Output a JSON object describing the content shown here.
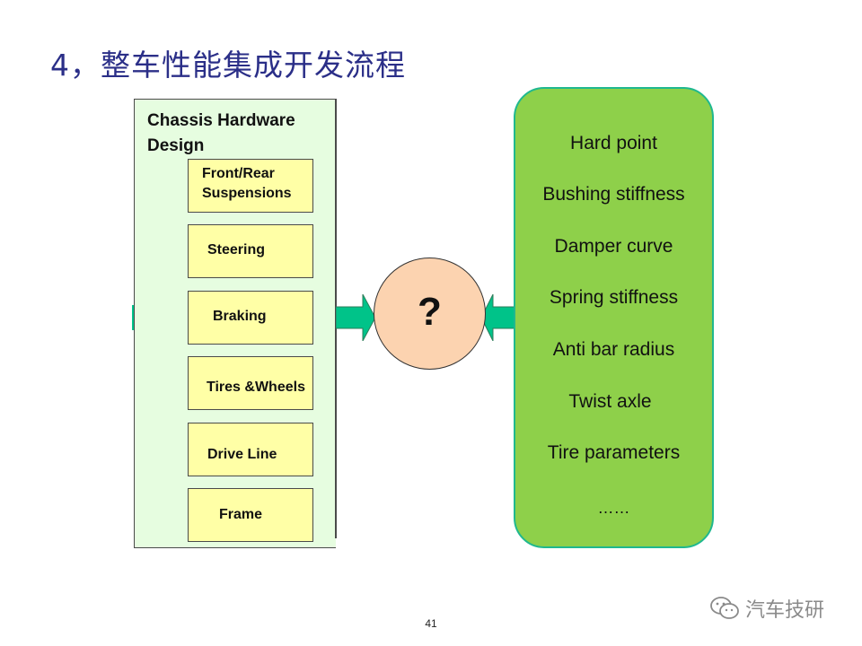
{
  "title": "4，整车性能集成开发流程",
  "chassis": {
    "title_line1": "Chassis Hardware",
    "title_line2": "Design",
    "components": [
      {
        "line1": "Front/Rear",
        "line2": "Suspensions"
      },
      {
        "line1": "Steering"
      },
      {
        "line1": "Braking"
      },
      {
        "line1": "Tires &Wheels"
      },
      {
        "line1": "Drive Line"
      },
      {
        "line1": "Frame"
      }
    ]
  },
  "center": {
    "symbol": "?"
  },
  "parameters": [
    "Hard point",
    "Bushing stiffness",
    "Damper curve",
    "Spring stiffness",
    "Anti bar radius",
    "Twist axle",
    "Tire parameters",
    "……"
  ],
  "page_number": "41",
  "watermark": {
    "text": "汽车技研",
    "icon": "wechat-icon"
  },
  "colors": {
    "title": "#2b2f88",
    "left_panel": "#e6fde0",
    "component_box": "#ffffa6",
    "arrow": "#00c389",
    "circle": "#fcd3b0",
    "right_panel": "#8ed04a",
    "right_panel_border": "#1fb88f"
  }
}
